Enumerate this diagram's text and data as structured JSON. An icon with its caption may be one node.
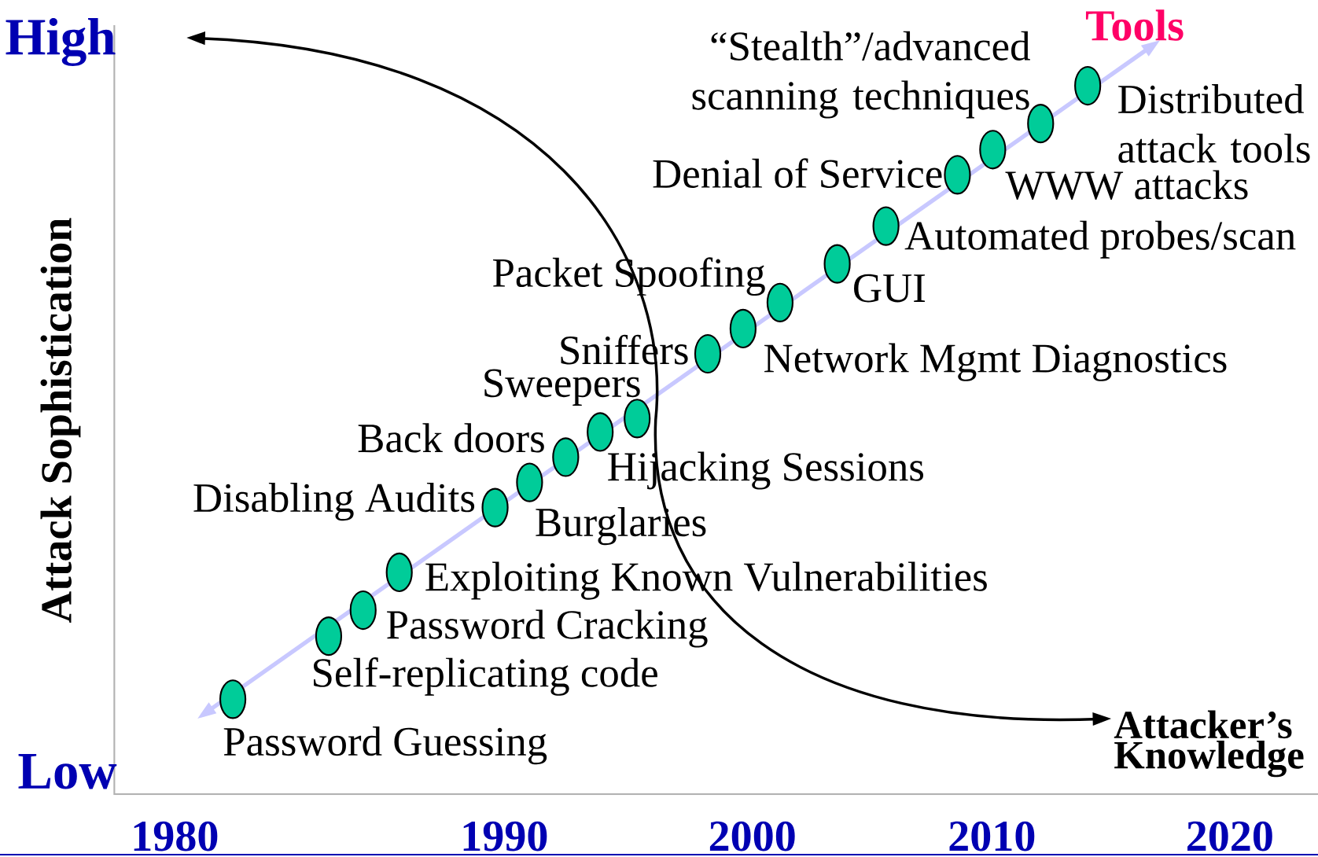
{
  "diagram": {
    "nodes": [
      {
        "text": [],
        "shape": "circle",
        "beside": [
          "Password Guessing"
        ]
      },
      {
        "text": [],
        "shape": "circle",
        "beside": [
          "Self-replicating code"
        ]
      },
      {
        "text": [],
        "shape": "circle",
        "beside": [
          "Password Cracking"
        ]
      },
      {
        "text": [],
        "shape": "circle",
        "beside": [
          "Exploiting Known Vulnerabilities"
        ]
      },
      {
        "text": [],
        "shape": "circle",
        "beside": [
          "Disabling Audits"
        ]
      },
      {
        "text": [],
        "shape": "circle",
        "beside": [
          "Burglaries"
        ]
      },
      {
        "text": [],
        "shape": "circle",
        "beside": [
          "Back doors"
        ]
      },
      {
        "text": [],
        "shape": "circle",
        "beside": [
          "Sweepers"
        ]
      },
      {
        "text": [],
        "shape": "circle",
        "beside": [
          "Hijacking Sessions"
        ]
      },
      {
        "text": [],
        "shape": "circle",
        "beside": [
          "Sniffers"
        ]
      },
      {
        "text": [],
        "shape": "circle",
        "beside": [
          "Network Mgmt Diagnostics"
        ]
      },
      {
        "text": [],
        "shape": "circle",
        "beside": [
          "Packet Spoofing"
        ]
      },
      {
        "text": [],
        "shape": "circle",
        "beside": [
          "GUI"
        ]
      },
      {
        "text": [],
        "shape": "circle",
        "beside": [
          "Automated probes/scan"
        ]
      },
      {
        "text": [],
        "shape": "circle",
        "beside": [
          "Denial of Service"
        ]
      },
      {
        "text": [],
        "shape": "circle",
        "beside": [
          "WWW attacks"
        ]
      },
      {
        "text": [],
        "shape": "circle",
        "beside": [
          "“Stealth”/advanced scanning techniques"
        ]
      },
      {
        "text": [],
        "shape": "circle",
        "beside": [
          "Distributed attack tools"
        ]
      }
    ],
    "labels": [
      "High",
      "Tools",
      "Attack Sophistication",
      "Attacker’s Knowledge",
      "Low",
      "1980",
      "1990",
      "2000",
      "2010",
      "2020"
    ]
  }
}
